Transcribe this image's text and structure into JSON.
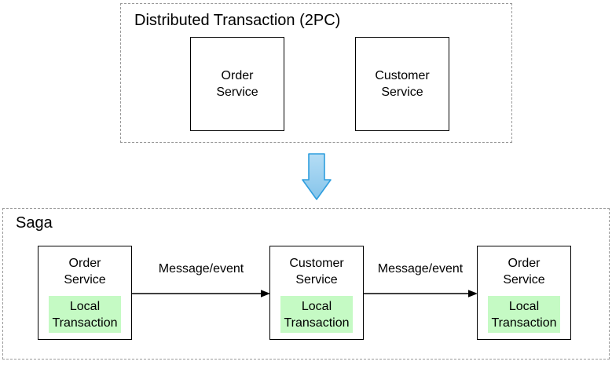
{
  "diagram": {
    "top_group": {
      "title": "Distributed Transaction (2PC)",
      "services": [
        {
          "line1": "Order",
          "line2": "Service"
        },
        {
          "line1": "Customer",
          "line2": "Service"
        }
      ]
    },
    "transition": {
      "icon": "down-arrow"
    },
    "bottom_group": {
      "title": "Saga",
      "services": [
        {
          "line1": "Order",
          "line2": "Service",
          "local": {
            "line1": "Local",
            "line2": "Transaction"
          }
        },
        {
          "line1": "Customer",
          "line2": "Service",
          "local": {
            "line1": "Local",
            "line2": "Transaction"
          }
        },
        {
          "line1": "Order",
          "line2": "Service",
          "local": {
            "line1": "Local",
            "line2": "Transaction"
          }
        }
      ],
      "arrows": [
        {
          "label": "Message/event"
        },
        {
          "label": "Message/event"
        }
      ]
    },
    "colors": {
      "dashed_border": "#999999",
      "solid_border": "#000000",
      "local_transaction_fill": "#c5fac4",
      "down_arrow_fill_top": "#b5ddf5",
      "down_arrow_fill_bottom": "#85c4ea",
      "down_arrow_stroke": "#2f9ede",
      "message_arrow_color": "#000000",
      "text": "#000000"
    }
  }
}
